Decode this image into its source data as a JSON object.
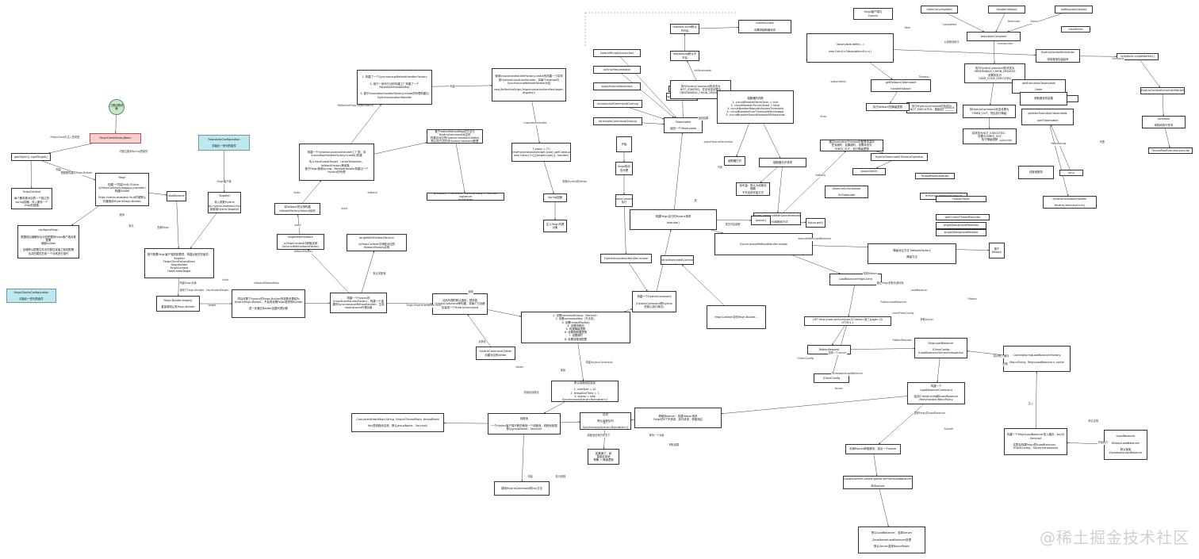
{
  "nodes": [
    {
      "id": "start1",
      "text": "工程加载依赖",
      "style": "circle"
    },
    {
      "id": "feignclientfactorybean",
      "text": "FeignClientFactoryBean",
      "style": "pink"
    },
    {
      "id": "feignautoconfig",
      "text": "FeignAutoConfiguration\n\n初始化一系列的组件",
      "style": "cyan"
    },
    {
      "id": "feignclientsconfig",
      "text": "FeignClientsConfiguration\n\n初始化一些列的组件",
      "style": "cyan"
    },
    {
      "id": "getobject",
      "text": "getObject()->getTarget()"
    },
    {
      "id": "feign_builder",
      "text": "Feign\n\n构建一个Feign.Builder\n从FeignContext中获取组件(Decoder)\n构建Builder\n\nFeign.Hystrix.enabled=true时候默认构建使用HystrixFeign.Builder"
    },
    {
      "id": "feigncontext",
      "text": "FeignContext\n\n每个服务都对应着一个独立的\nspring容器，传入服务一个map的键值"
    },
    {
      "id": "configurefeign",
      "text": "configureFeign\n\n根据前后缀解析出对应配置的feign客户端对象配置\n读取builder\n\n全局默认配置文件中的属性或者之前的配置\n合并的属性在前一个对其进行操作"
    },
    {
      "id": "loadbalance",
      "text": "loadBalance"
    },
    {
      "id": "targeter",
      "text": "Targeter\n\n将入参数Hystrix\nFeign.hystrix.enabled=true，就使用HystrixTargeter"
    },
    {
      "id": "builder_components",
      "text": "基于配置Feign客户端的配置项，构建出相关的组件：\nTargeter\nFeignClientFactoryBean\nFeignBuilder\nFeignContext\nHardCodedTarget"
    },
    {
      "id": "feignbuilder_target",
      "text": "Feign.Builder.target()\n\n直接调用父类Feign.Builder"
    },
    {
      "id": "target_hystrix",
      "text": "然后设置了Hystrix的Feign.Builder的参数设置成为HystrixFeign.Builder，不会再设置Feign原来的Builder\n\n进一步通过Builder创建代理对象"
    },
    {
      "id": "target_hardcoded",
      "text": "构建一个Hystrix的InvocationHandlerFactory，构建一个重要的SynchronousMethodHandler，生成newInstance代理对象"
    },
    {
      "id": "fallback_default",
      "text": "将fallback的实例构建\nfallbackFactory.Default实例"
    },
    {
      "id": "targetwithfallback",
      "text": "targetWithFallback\n\n从FeignContext中获取实例\nGenericWithFallbackFactory"
    },
    {
      "id": "targetwithfallbackfactory",
      "text": "targetWithFallbackFactory\n\n从FeignContext中获取对应的fallbackFactory实例"
    },
    {
      "id": "build_invocation",
      "text": "构建一个HystrixInvocationHandler工厂类，将InvocationHandlerFactory.create()构建\n\n传入HardCodedTarget、nameToHandler、fallbackFactory等参数，\n基于Feign使用Spring、MethodHandler构建出一个Hystrix的代理"
    },
    {
      "id": "feign_methods",
      "text": "1. 构建了一个SynchronousMethodHandler.Factory\n\n2. 基于一系列方法的构建工厂构建了一个ParameterHandlerMap\n\n3. 基于InvocationHandlerFactory.create的代理构建出HystrixInvocationHandler"
    },
    {
      "id": "reflectivefeign_dispatch",
      "text": "使用InvocationHandlerFactory.create的构建一个实现类HystrixInvocationHandler，将每个method与SynchronousMethodHandler对应\n\nnew ReflectiveFeign.FeignInvocationHandler(target, dispatch)"
    },
    {
      "id": "proxy_newinstance",
      "text": "T proxy = (T)\nProxy.newProxyInstance(target.type().getClassLoader(),\nnew Class<?>[]{target.type()}, handler)"
    },
    {
      "id": "spring_container",
      "text": "Spring容器"
    },
    {
      "id": "inject_proxy",
      "text": "注入Feign代理对象"
    },
    {
      "id": "hystrix_commands_map",
      "text": "基于setterMethodMap将方法与HystrixCommand对应好\n构建出对应的HystrixCommand.Setter\n默认用方法的@HystrixCommand配置"
    },
    {
      "id": "groupkey",
      "text": "groupKey = serviceId; commandKey = method signature\n...buildSetter..."
    },
    {
      "id": "hystrix_invoke",
      "text": "HystrixInvocationHandler.invoke"
    },
    {
      "id": "setter_create",
      "text": "HystrixCommand.Setter\n创建对应的Setter"
    },
    {
      "id": "invoke_default",
      "text": "动态代理的默认调用，是依靠HystrixCommand来构建，将每个方法都包装成一个HystrixCommand"
    },
    {
      "id": "execute_step",
      "text": "1. 设置commandGroup（Service）\n2. 设置commandKey（方法名）\n3. 设置threadPoolKey\n4. 设置线程池\n5. 构建降级逻辑\n6. 设置熔断器逻辑\n7. 设置超时\n8. 设置线程池配置"
    },
    {
      "id": "new_hystrixcommand",
      "text": "构建一个HystrixCommand\n\n(HystrixCommand是Hystrix\n的核心执行单元)"
    },
    {
      "id": "threadpool_init",
      "text": "默认线程池初始化\n\n1. coreSize = 10\n2. keepAliveTime = 1\n3. queue = new SynchronousQueue<Runnable>()"
    },
    {
      "id": "concurrent_map",
      "text": "ConcurrentHashMap<String, HystrixThreadPool> threadPools\n\nKey是线程池名称，默认groupName，ServiceA"
    },
    {
      "id": "queue_logic",
      "text": "线程池\n\n一个Hystrix客户端不断的使用一个线程池，线程池依据默认groupName，ServiceA"
    },
    {
      "id": "sync_queue",
      "text": "队列\n\n默认没有队列\nnew SynchronousQueue<Runnable>()"
    },
    {
      "id": "reject",
      "text": "如果满了，就\n直接走拒绝\n策略 → 降级逻辑"
    },
    {
      "id": "hystrix_thread",
      "text": "调用HystrixCommand的run方法"
    },
    {
      "id": "observable_chain",
      "text": "Observable\n\n返回一个Observable"
    },
    {
      "id": "applyhystrixsemantics",
      "text": "applyHystrixSemantics"
    },
    {
      "id": "toobservable",
      "text": "toObservable"
    },
    {
      "id": "hystrix_observable_cmd",
      "text": "HystrixObservableCommand"
    },
    {
      "id": "cache",
      "text": "requestCache默认不开启"
    },
    {
      "id": "requestlog",
      "text": "requestLog默认不开启"
    },
    {
      "id": "command_state",
      "text": "执行HystrixCommand的状态为\nNOT_STARTED，并将状态设置为\nOBSERVABLE_CHAIN_CREATED"
    },
    {
      "id": "circuit_check",
      "text": "熔断器的判断\n1. circuitBreakerForceOpen = true\n2. circuitBreakerForceClosed = false\n3. circuitBreakerRequestVolumeThreshold\n4. circuitBreakerErrorThresholdPercentage\n5. circuitBreakerSleepWindowInMilliseconds"
    },
    {
      "id": "breaker_open",
      "text": "熔断器打开"
    },
    {
      "id": "breaker_allow",
      "text": "熔断器允许请求"
    },
    {
      "id": "semaphore",
      "text": "信号量：默认为线程池隔离\n不开启信号量方式"
    },
    {
      "id": "execution_isolation",
      "text": "executeCommandWithSpecifiedIsolation\n\n默认为线程池方式"
    },
    {
      "id": "timeout_listener",
      "text": "通过executionTimeout的配置来监听\n任务超时，如果超时，设置状态为\nTIMED_OUT，执行降级逻辑"
    },
    {
      "id": "timeout_obs",
      "text": "HystrixObservableTimeoutOperator"
    },
    {
      "id": "subscribeon",
      "text": "subscribeOn"
    },
    {
      "id": "threadpool_schedule",
      "text": "HystrixContextScheduler\n\n将线程池包装起来"
    },
    {
      "id": "schedule_actual",
      "text": "scheduler.createWorker()"
    },
    {
      "id": "hystrixcontext_worker",
      "text": "HystrixContextSchedulerWorker"
    },
    {
      "id": "schedule",
      "text": "schedule\n\n线程池执行任务"
    },
    {
      "id": "threadpool_exec",
      "text": "ThreadPoolExecutor.execute"
    },
    {
      "id": "getuserexecutionobs",
      "text": "getUserExecutionObservable\n\nuserObservable"
    },
    {
      "id": "hystrix_run",
      "text": "HystrixInvocationHandler\n\nHystrixCommand.run()"
    },
    {
      "id": "run_method",
      "text": "run()"
    },
    {
      "id": "oncompleted",
      "text": "markOnCompleted"
    },
    {
      "id": "handlecallback",
      "text": "handleCallback"
    },
    {
      "id": "terminate",
      "text": "setRequestContext"
    },
    {
      "id": "markemits",
      "text": "markEmits"
    },
    {
      "id": "executioncomplete",
      "text": "executionComplete"
    },
    {
      "id": "completed_state",
      "text": "执行HystrixCommand的状态为\nOBSERVABLE_CHAIN_CREATED\n设置状态为\nUSER_CODE_EXECUTED"
    },
    {
      "id": "state_timeout",
      "text": "将HystrixCommand状态设置为\nTIMED_OUT，然后执行降级"
    },
    {
      "id": "state_notexec",
      "text": "执行HystrixCommand的状态为\nNOT_EXECUTED，直接走降级逻辑"
    },
    {
      "id": "circuitbreaker_update",
      "text": "将状态为NOT_EXECUTED，\n设置为TIMED_OUT\n执行降级逻辑"
    },
    {
      "id": "observable_defer",
      "text": "Observable.defer(...)\n\nnew Func0<Observable<R>>()"
    },
    {
      "id": "fallback_chain",
      "text": "getFallbackObservable\n\nhandleFallback"
    },
    {
      "id": "fallback_exec",
      "text": "执行fallback的降级逻辑"
    },
    {
      "id": "mark_success",
      "text": "markSuccess\n\n设置到熔断器状态"
    },
    {
      "id": "feigncontext_map",
      "text": "FeignContext中的Feign.Builder..."
    },
    {
      "id": "hystrix_feign_intercept",
      "text": "Feign客户端与\nHystrix"
    },
    {
      "id": "feign_invoke",
      "text": "feign的动态代理"
    },
    {
      "id": "synchronous_methodhandler",
      "text": "SynchronousMethodHandler.invoke"
    },
    {
      "id": "loadbalancerclient",
      "text": "LoadBalancerFeignClient"
    },
    {
      "id": "http_request",
      "text": "GET http://user-service/user/1?name=张三&age=20 HTTP/1.1"
    },
    {
      "id": "ribbonrequest",
      "text": "RibbonRequest"
    },
    {
      "id": "iclientconfig",
      "text": "IClientConfig"
    },
    {
      "id": "lbclient",
      "text": "FeignLoadBalancer\n\nIClientConfig\nILoadBalancer/ServerIntrospector"
    },
    {
      "id": "lb_command",
      "text": "构建一个\nLoadBalancerCommand\n\n结合IClientConfig和ILoadBalancer\nRetryHandler/RetryPolicy"
    },
    {
      "id": "cachingspringlb",
      "text": "CachingSpringLoadBalancerFactory\n\nMap<String, FeignLoadBalancer> cache"
    },
    {
      "id": "lb_select",
      "text": "构建一个FeignLoadBalancer放入缓存，key为ServiceA\n\n这里会构建Feign的ILoadBalancer，IClientConfig，ServerIntrospector"
    },
    {
      "id": "ribbon_lb",
      "text": "ILoadBalancer\n\nRibbonLoadBalancer\n\n默认使用ZoneAwareLoadBalancer"
    },
    {
      "id": "submit",
      "text": "利用RxJava获取服务，选出一个server"
    },
    {
      "id": "lb_context",
      "text": "LoadBalancerContext.getServerFromLoadBalancer\n\n找出server"
    },
    {
      "id": "select_server",
      "text": "默认LoadBalancer，选择Server\n\nZoneAwareLoadBalancer处理\n\n默认Server选择RoundRobin"
    },
    {
      "id": "execution_submit",
      "text": "获取到server，构建ribbon请求\nFeign的HTTP请求，执行请求，获取响应"
    },
    {
      "id": "ribbon_circle",
      "text": "基于Ribbon"
    },
    {
      "id": "start2",
      "text": "开始"
    },
    {
      "id": "hystrix_command_factory",
      "text": "HystrixCommand\n执行"
    },
    {
      "id": "execute_queue",
      "text": "构建Feign自己的Hystrix请求\n\nexecute()"
    },
    {
      "id": "queue",
      "text": "queue()"
    },
    {
      "id": "future_get",
      "text": "future.get()"
    },
    {
      "id": "switchifempty",
      "text": "SwitchIfEmptySubscriber"
    },
    {
      "id": "onerror_resume",
      "text": "onErrorResumeNext"
    },
    {
      "id": "applyhystrixsemantics2",
      "text": "applyHystrixSemantics"
    },
    {
      "id": "unsubscribe",
      "text": "unsubscribeCommandCleanup"
    },
    {
      "id": "terminatecommand",
      "text": "terminateCommandCleanup"
    },
    {
      "id": "fireonce",
      "text": "fireOnceCommandCleanup"
    },
    {
      "id": "scheduler_threadpool",
      "text": "ThreadPoolScheduler"
    },
    {
      "id": "observeonscheduler",
      "text": "ObserveOnScheduler\n\nOnSubscribe"
    },
    {
      "id": "getcurrentthread",
      "text": "getCurrentThreadExecutor"
    },
    {
      "id": "hystrix_observable_ops",
      "text": "getExecutionObservable\n\nDefer"
    },
    {
      "id": "timer",
      "text": "HystrixTimer"
    },
    {
      "id": "timer_listener",
      "text": "TimerListener"
    },
    {
      "id": "timeout_threshold",
      "text": "singleSemaphoreReleases"
    },
    {
      "id": "semaphore_release",
      "text": "singleSemaphoreRelease"
    },
    {
      "id": "threadpool_service",
      "text": "线程池服务"
    },
    {
      "id": "isolation_result",
      "text": "获取服务的结果"
    },
    {
      "id": "hystrix_feign_fallback",
      "text": "降级对应方法 FallbackFactory\n\n降级方法"
    }
  ],
  "edge_labels": [
    "FeignClient中注入的类型",
    "内部注册到Spring里面的",
    "根据要构建的Feign.Builder",
    "构建",
    "构建Feign.Builder",
    "使用",
    "Feign客户端",
    "配置Feign",
    "默认",
    "构建Feign对象",
    "调用了Feign.Builder、HardCodedTarget",
    "target",
    "build",
    "build",
    "build",
    "fallbackMethodMap",
    "build",
    "ReflectiveFeign.newInstance",
    "构建",
    "InvocationHandler",
    "配置Hystrix的Setter",
    "fallback",
    "fallbackFactory",
    "默认的配置",
    "Feign.Hystrix.enabled=true",
    "实例化",
    "调用",
    "Setter",
    "调用",
    "构建HystrixCommand",
    "初始化线程池",
    "线程池没有的情况下",
    "构建",
    "执行线程",
    "放入",
    "等待一个对象",
    "获取结果",
    "返回结果",
    "toObservable",
    "applyHystrixSemantics",
    "subscribeOn",
    "从线程池执行",
    "Completed",
    "Terminate",
    "Unsubscribe",
    "Done",
    "Next",
    "Error",
    "Timeout",
    "Schedule",
    "代理",
    "RequestLog",
    "subscribe",
    "callback",
    "fallback",
    "Submit",
    "LoadBalance",
    "RibbonLoadBalancer",
    "Ribbon",
    "调用Ribbon",
    "获取server",
    "选择一个server",
    "将LB放入缓存",
    "默认实现",
    "调用Feign的LoadBalancer",
    "ZoneAwareLoadBalancer",
    "executeWithLoadBalancer",
    "clientFromConfig",
    "通过Feign获取负载均衡",
    "IClientConfig",
    "RibbonRequest",
    "Server",
    "配置",
    "注入",
    "开始执行",
    "是否开启熔断",
    "不是",
    "是"
  ],
  "watermark": "@稀土掘金技术社区"
}
